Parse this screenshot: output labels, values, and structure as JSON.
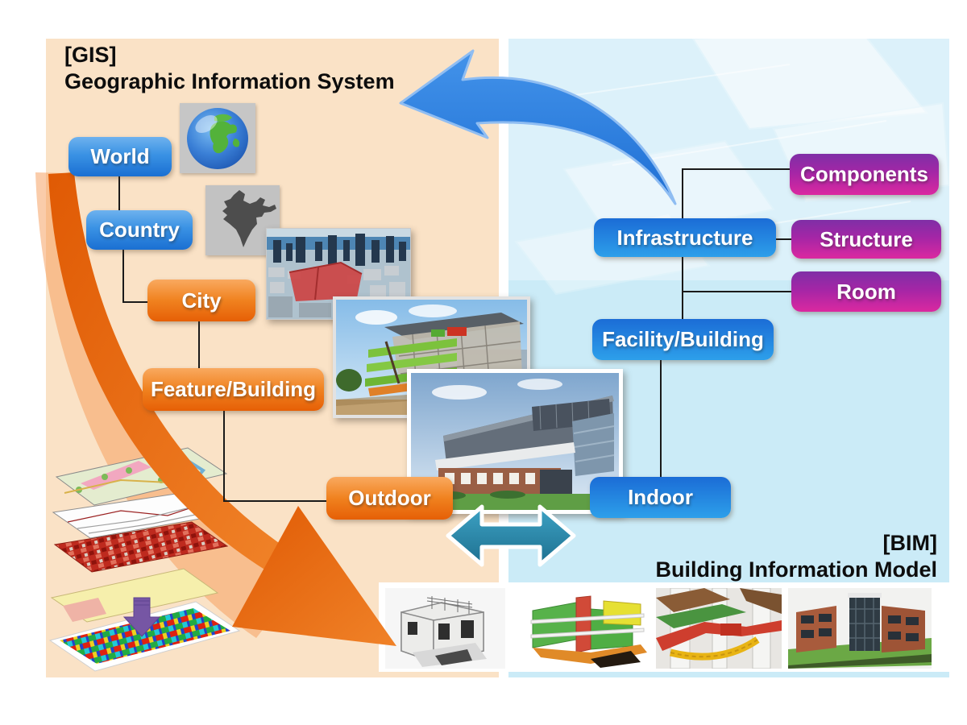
{
  "gis": {
    "tag": "[GIS]",
    "title": "Geographic Information System",
    "nodes": {
      "world": "World",
      "country": "Country",
      "city": "City",
      "feature_building": "Feature/Building",
      "outdoor": "Outdoor"
    }
  },
  "bim": {
    "tag": "[BIM]",
    "title": "Building Information Model",
    "nodes": {
      "infrastructure": "Infrastructure",
      "components": "Components",
      "structure": "Structure",
      "room": "Room",
      "facility_building": "Facility/Building",
      "indoor": "Indoor"
    }
  },
  "icons": {
    "globe": "globe-icon",
    "india_map": "india-map-icon",
    "map_layer_stack": "stacked-map-layers-icon",
    "layer_merge_arrow": "purple-down-arrow-icon",
    "bim_to_gis_arrow": "blue-curved-arrow-icon",
    "gis_flow_arrow": "orange-swoosh-arrow-icon",
    "outdoor_indoor_link": "teal-double-arrow-icon"
  },
  "colors": {
    "gis_panel_bg": "#FAE2C6",
    "bim_panel_bg": "#CBEBF7",
    "gis_blue_node_top": "#6EB2EE",
    "gis_blue_node_bottom": "#1A6FD2",
    "bim_blue_node_top": "#1B6CD6",
    "bim_blue_node_bottom": "#2D9FEA",
    "orange_node_top": "#F9A95F",
    "orange_node_bottom": "#E65F06",
    "purple_node_top": "#7F2FA6",
    "purple_node_bottom": "#DB28A0",
    "orange_arrow": "#E8650C",
    "blue_arrow": "#2F7FE0",
    "teal_arrow": "#2E8FB0",
    "connector": "#1A1A1A"
  }
}
